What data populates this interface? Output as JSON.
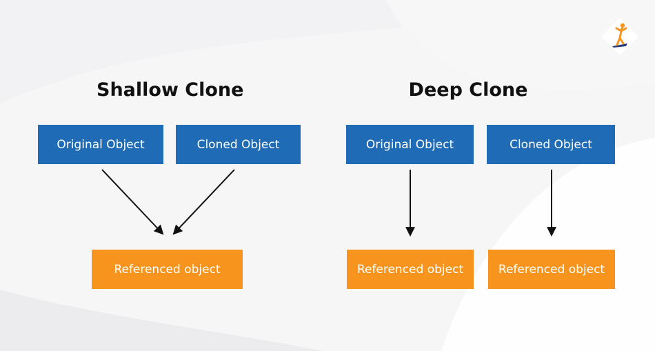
{
  "colors": {
    "object_box": "#1f6bb6",
    "referenced_box": "#f7941d",
    "arrow": "#111111",
    "background": "#f2f2f4"
  },
  "shallow": {
    "title": "Shallow Clone",
    "original_label": "Original Object",
    "cloned_label": "Cloned Object",
    "referenced_label": "Referenced object"
  },
  "deep": {
    "title": "Deep Clone",
    "original_label": "Original Object",
    "cloned_label": "Cloned Object",
    "referenced_left_label": "Referenced object",
    "referenced_right_label": "Referenced object"
  },
  "logo": {
    "icon": "person-jumping-logo-icon"
  }
}
